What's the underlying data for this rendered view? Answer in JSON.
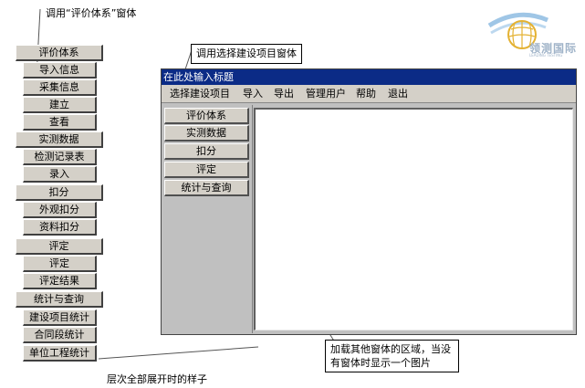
{
  "annotations": {
    "top_left_note": "调用“评价体系”窗体",
    "callout_select_project": "调用选择建设项目窗体",
    "callout_load_area": "加载其他窗体的区域，当没有窗体时显示一个图片",
    "bottom_caption": "层次全部展开时的样子"
  },
  "logo": {
    "name": "领测国际",
    "sub": "LEADING TESTING"
  },
  "tree_menu": [
    {
      "label": "评价体系",
      "level": "group"
    },
    {
      "label": "导入信息",
      "level": "sub"
    },
    {
      "label": "采集信息",
      "level": "sub"
    },
    {
      "label": "建立",
      "level": "sub"
    },
    {
      "label": "查看",
      "level": "sub"
    },
    {
      "label": "实测数据",
      "level": "group"
    },
    {
      "label": "检测记录表",
      "level": "sub"
    },
    {
      "label": "录入",
      "level": "sub"
    },
    {
      "label": "扣分",
      "level": "group"
    },
    {
      "label": "外观扣分",
      "level": "sub"
    },
    {
      "label": "资料扣分",
      "level": "sub"
    },
    {
      "label": "评定",
      "level": "group"
    },
    {
      "label": "评定",
      "level": "sub"
    },
    {
      "label": "评定结果",
      "level": "sub"
    },
    {
      "label": "统计与查询",
      "level": "group"
    },
    {
      "label": "建设项目统计",
      "level": "sub"
    },
    {
      "label": "合同段统计",
      "level": "sub"
    },
    {
      "label": "单位工程统计",
      "level": "sub"
    }
  ],
  "window": {
    "title": "在此处输入标题",
    "menu": [
      "选择建设项目",
      "导入",
      "导出",
      "管理用户",
      "帮助",
      "退出"
    ],
    "side_buttons": [
      "评价体系",
      "实测数据",
      "扣分",
      "评定",
      "统计与查询"
    ]
  },
  "colors": {
    "title_bar": "#0b2b86",
    "button_face": "#d4d0c8",
    "window_bg": "#c0c0c0"
  }
}
